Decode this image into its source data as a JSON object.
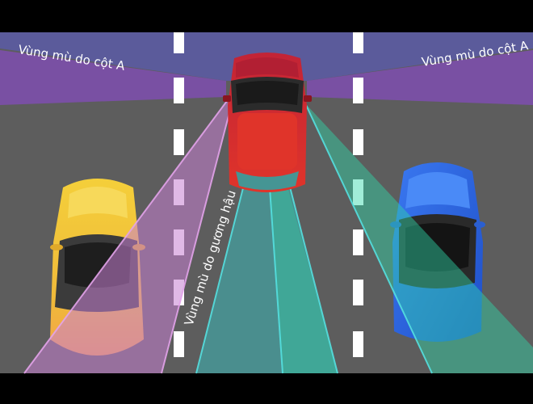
{
  "labels": {
    "a_pillar_left": "Vùng mù do cột A",
    "a_pillar_right": "Vùng mù do cột A",
    "mirror_blind_spot": "Vùng mù do gương hậu"
  },
  "colors": {
    "background": "#000000",
    "road": "#5d5d5d",
    "lane_marking": "#ffffff",
    "a_pillar_zone": "#7a4fa6",
    "a_pillar_top": "#5a5aa6",
    "mirror_zone_left": "#c77fd1",
    "vision_cone_center": "#33c9c9",
    "vision_cone_right": "#2fd6a8",
    "car_center": "#c8242f",
    "car_left": "#f2c433",
    "car_right": "#2f6ae0"
  },
  "icons": {
    "car_center": "red-car-icon",
    "car_left": "yellow-car-icon",
    "car_right": "blue-car-icon"
  }
}
